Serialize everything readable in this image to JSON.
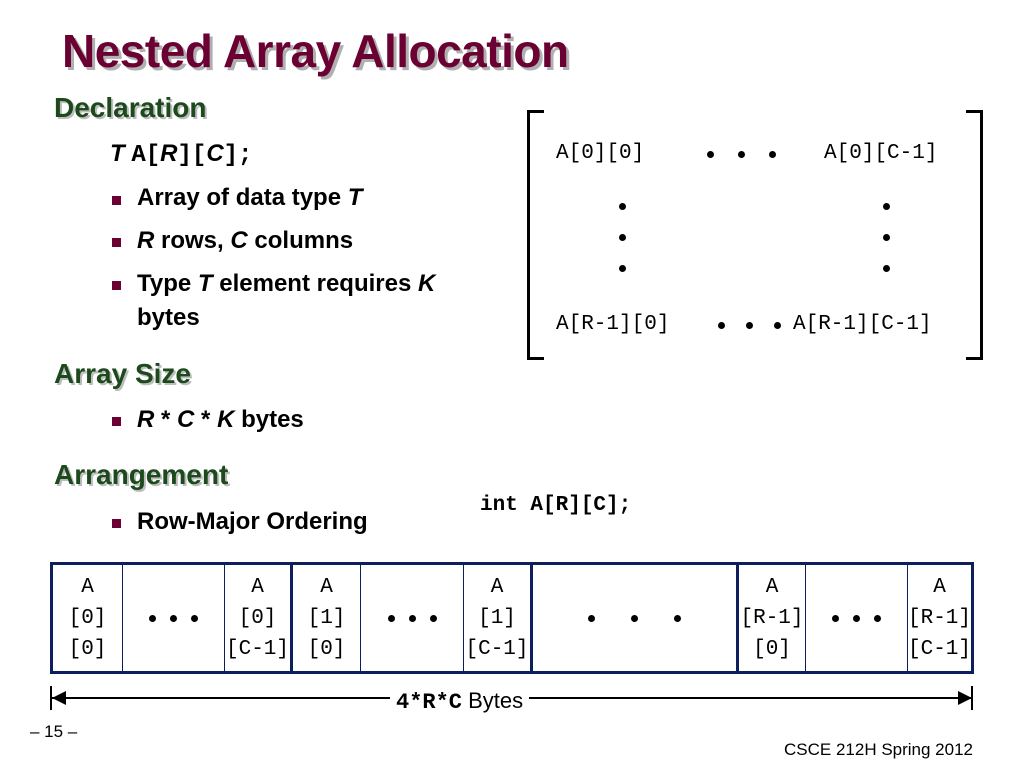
{
  "slide": {
    "title": "Nested Array Allocation",
    "page_number": "– 15 –",
    "course": "CSCE 212H Spring 2012"
  },
  "declaration": {
    "heading": "Declaration",
    "code_T": "T",
    "code_A": "A[",
    "code_R": "R",
    "code_mid": "][",
    "code_C": "C",
    "code_end": "];",
    "bullets": {
      "b1_text": "Array of data type ",
      "b1_it": "T",
      "b2_it1": "R",
      "b2_text1": " rows, ",
      "b2_it2": "C",
      "b2_text2": " columns",
      "b3_text1": "Type ",
      "b3_it1": "T",
      "b3_text2": " element requires ",
      "b3_it2": "K",
      "b3_text3": "bytes"
    }
  },
  "array_size": {
    "heading": "Array Size",
    "b_it1": "R",
    "b_sep1": " * ",
    "b_it2": "C",
    "b_sep2": " * ",
    "b_it3": "K",
    "b_text": " bytes"
  },
  "arrangement": {
    "heading": "Arrangement",
    "bullet": "Row-Major Ordering",
    "code": "int A[R][C];"
  },
  "matrix": {
    "top_left": "A[0][0]",
    "top_right": "A[0][C-1]",
    "bottom_left": "A[R-1][0]",
    "bottom_right": "A[R-1][C-1]"
  },
  "memory": {
    "cells": [
      [
        "A",
        "[0]",
        "[0]"
      ],
      [
        "A",
        "[0]",
        "[C-1]"
      ],
      [
        "A",
        "[1]",
        "[0]"
      ],
      [
        "A",
        "[1]",
        "[C-1]"
      ],
      [
        "A",
        "[R-1]",
        "[0]"
      ],
      [
        "A",
        "[R-1]",
        "[C-1]"
      ]
    ],
    "size_code": "4*R*C",
    "size_unit": " Bytes"
  },
  "colors": {
    "title": "#6b0033",
    "section": "#1c4a1c",
    "strip_border": "#0c1f5c"
  }
}
